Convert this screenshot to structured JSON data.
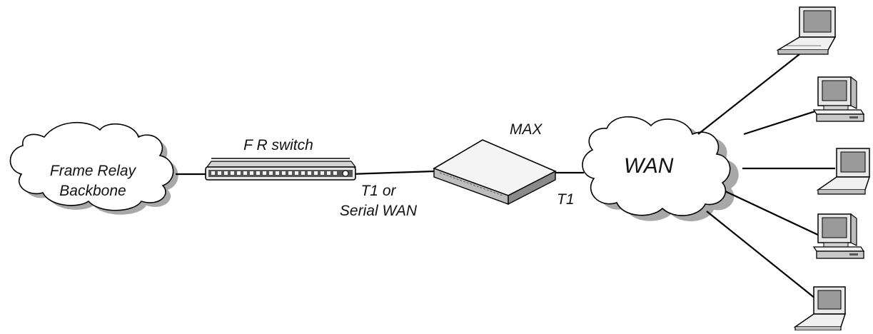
{
  "diagram": {
    "backbone_cloud": {
      "line1": "Frame Relay",
      "line2": "Backbone"
    },
    "fr_switch": {
      "label": "F R switch"
    },
    "link_left": {
      "line1": "T1 or",
      "line2": "Serial WAN"
    },
    "max_device": {
      "label": "MAX"
    },
    "link_right": {
      "label": "T1"
    },
    "wan_cloud": {
      "label": "WAN"
    },
    "computers": [
      {
        "type": "laptop"
      },
      {
        "type": "desktop"
      },
      {
        "type": "laptop"
      },
      {
        "type": "desktop"
      },
      {
        "type": "laptop"
      }
    ],
    "colors": {
      "ink": "#000000",
      "cloud_fill": "#ffffff",
      "cloud_shadow": "#a8a8a8",
      "device_light": "#f2f2f2",
      "device_mid": "#c8c8c8",
      "device_dark": "#8a8a8a",
      "screen": "#9a9a9a"
    }
  }
}
